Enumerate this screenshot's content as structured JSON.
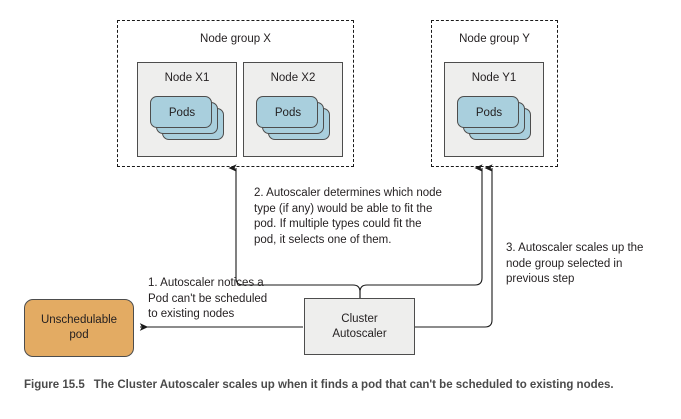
{
  "figure": {
    "caption_label": "Figure 15.5",
    "caption_text": "The Cluster Autoscaler scales up when it finds a pod that can't be scheduled to existing nodes."
  },
  "colors": {
    "pod_orange": "#e3ab63",
    "pods_blue": "#a9cfdd",
    "box_gray": "#eeeeed",
    "stroke": "#4d4d4d",
    "dashed_stroke": "#1a1a1a",
    "text": "#231f20",
    "caption_text": "#4a4a4a"
  },
  "node_groups": [
    {
      "id": "node-group-x",
      "title": "Node group X",
      "nodes": [
        {
          "id": "node-x1",
          "title": "Node X1",
          "pods_label": "Pods",
          "pods_stack_count": 3
        },
        {
          "id": "node-x2",
          "title": "Node X2",
          "pods_label": "Pods",
          "pods_stack_count": 3
        }
      ]
    },
    {
      "id": "node-group-y",
      "title": "Node group Y",
      "nodes": [
        {
          "id": "node-y1",
          "title": "Node Y1",
          "pods_label": "Pods",
          "pods_stack_count": 3
        }
      ]
    }
  ],
  "boxes": {
    "unschedulable_pod": "Unschedulable\npod",
    "cluster_autoscaler": "Cluster\nAutoscaler"
  },
  "annotations": [
    {
      "id": "step-1",
      "number": "1.",
      "text": "1. Autoscaler notices a\n    Pod can't be scheduled\n    to existing nodes"
    },
    {
      "id": "step-2",
      "number": "2.",
      "text": "2. Autoscaler determines which node\n    type (if any) would be able to fit the\n    pod. If multiple types could fit the\n    pod, it selects one of them."
    },
    {
      "id": "step-3",
      "number": "3.",
      "text": "3. Autoscaler scales up the\n    node group selected in\n    previous step"
    }
  ],
  "connectors": [
    {
      "id": "arrow-to-node-group-x",
      "from": "cluster-autoscaler",
      "to": "node-group-x",
      "direction": "up"
    },
    {
      "id": "arrow-to-node-group-y-step2",
      "from": "cluster-autoscaler",
      "to": "node-group-y",
      "direction": "up"
    },
    {
      "id": "arrow-to-node-group-y-step3",
      "from": "cluster-autoscaler",
      "to": "node-group-y",
      "direction": "up"
    },
    {
      "id": "arrow-to-unschedulable-pod",
      "from": "cluster-autoscaler",
      "to": "unschedulable-pod",
      "direction": "left"
    }
  ]
}
